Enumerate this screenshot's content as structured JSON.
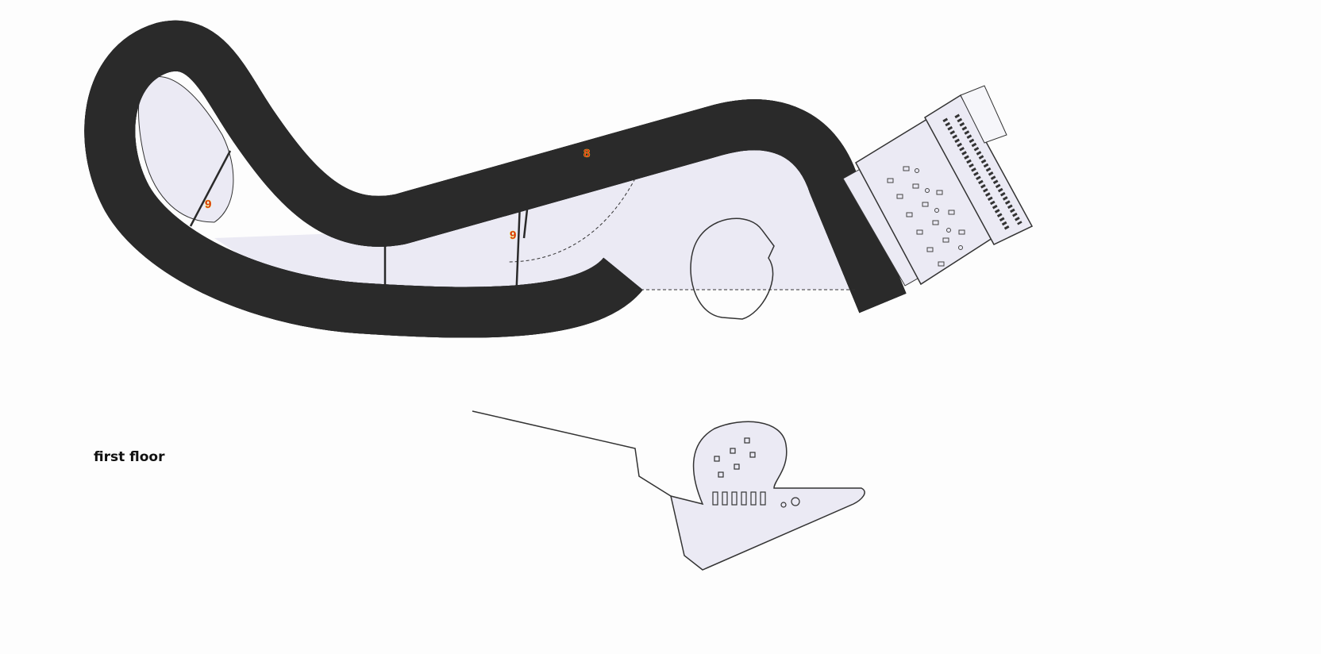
{
  "caption": "first floor",
  "markers": [
    "9",
    "8",
    "9"
  ],
  "colors": {
    "fill": "#ebeaf4",
    "line": "#2a2a2a",
    "marker": "#d8141a",
    "marker_outline": "#e8c21a"
  }
}
